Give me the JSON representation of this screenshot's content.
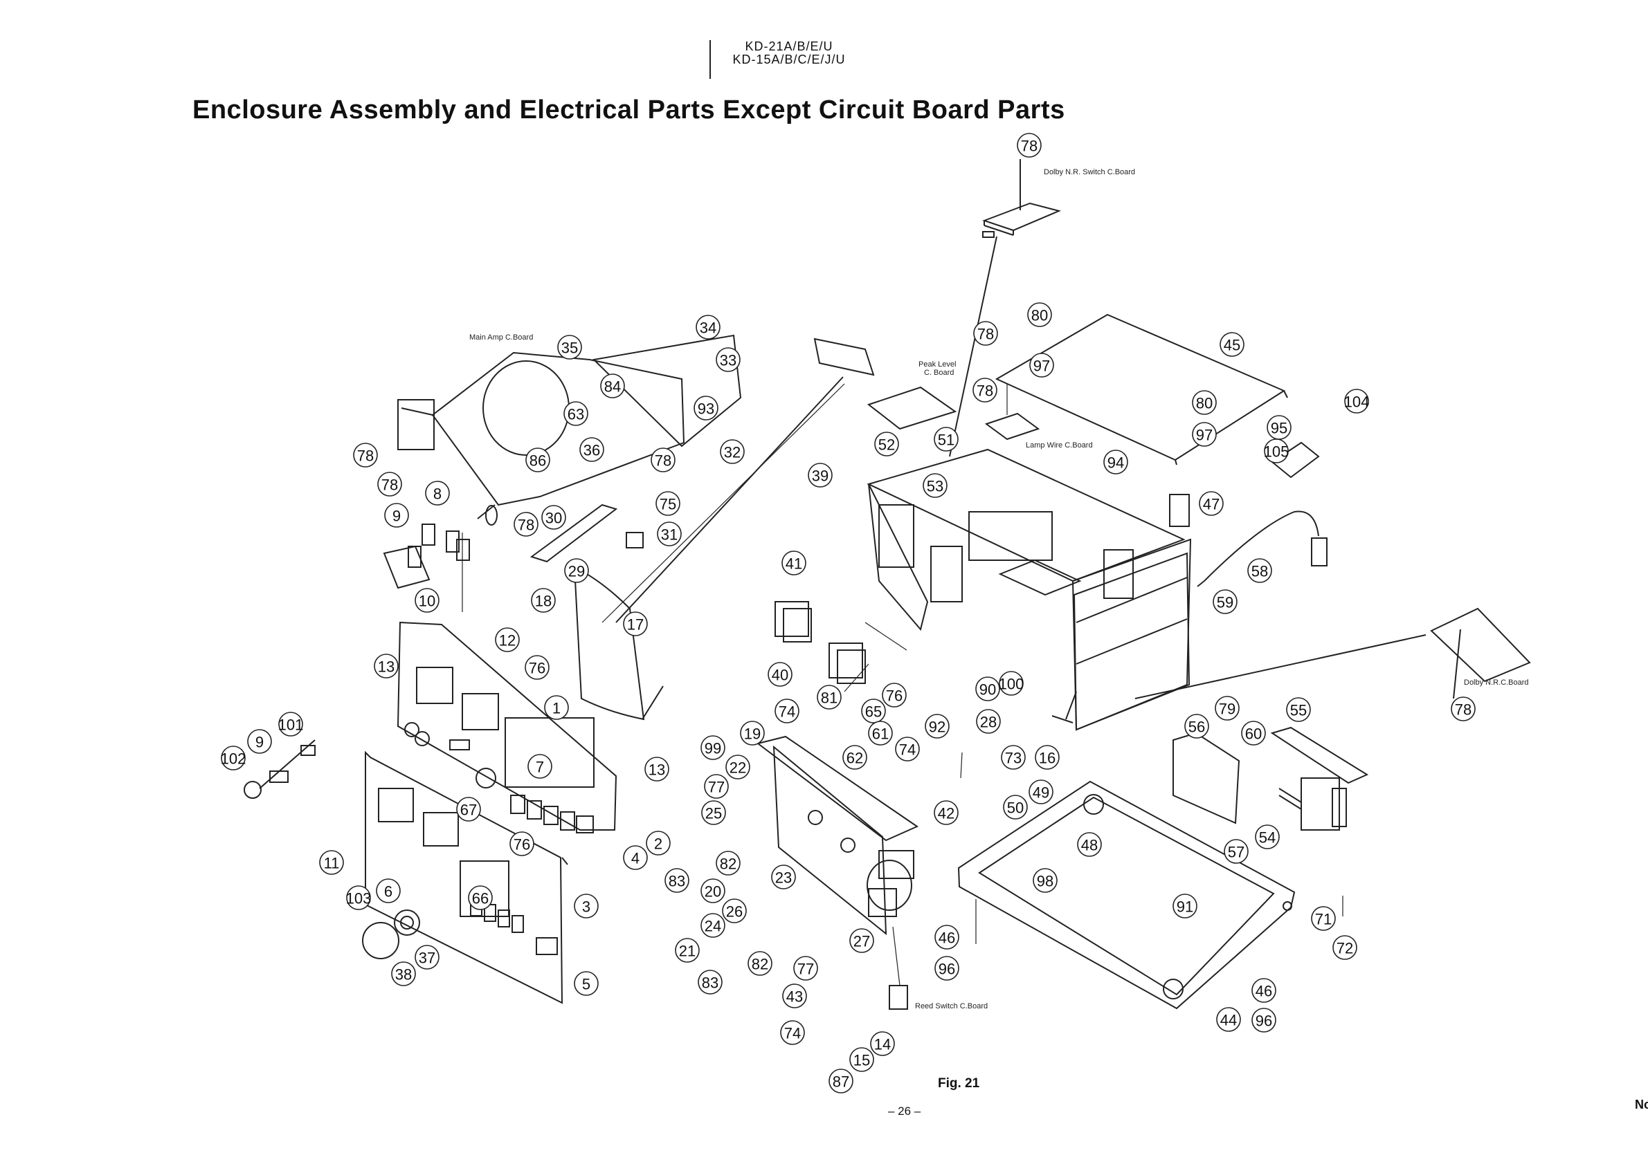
{
  "header": {
    "model_line_1": "KD-21A/B/E/U",
    "model_line_2": "KD-15A/B/C/E/J/U",
    "title": "Enclosure Assembly and Electrical Parts Except Circuit Board Parts"
  },
  "board_labels": {
    "dolby_nr_switch": "Dolby N.R. Switch C.Board",
    "main_amp": "Main Amp C.Board",
    "peak_level_1": "Peak Level",
    "peak_level_2": "C. Board",
    "lamp_wire": "Lamp Wire C.Board",
    "dolby_nrc": "Dolby N.R.C.Board",
    "reed_switch": "Reed Switch C.Board"
  },
  "callouts": [
    "78",
    "34",
    "35",
    "33",
    "84",
    "63",
    "93",
    "36",
    "86",
    "78",
    "32",
    "78",
    "78",
    "8",
    "9",
    "75",
    "30",
    "78",
    "31",
    "29",
    "10",
    "80",
    "45",
    "97",
    "78",
    "78",
    "80",
    "97",
    "104",
    "95",
    "105",
    "52",
    "51",
    "39",
    "53",
    "94",
    "47",
    "41",
    "58",
    "59",
    "18",
    "17",
    "12",
    "76",
    "13",
    "1",
    "40",
    "81",
    "76",
    "90",
    "100",
    "101",
    "102",
    "9",
    "74",
    "65",
    "61",
    "92",
    "28",
    "73",
    "16",
    "62",
    "74",
    "99",
    "19",
    "22",
    "77",
    "25",
    "42",
    "7",
    "13",
    "67",
    "76",
    "2",
    "4",
    "11",
    "103",
    "6",
    "66",
    "3",
    "83",
    "82",
    "20",
    "23",
    "26",
    "24",
    "21",
    "82",
    "83",
    "77",
    "27",
    "43",
    "74",
    "14",
    "15",
    "87",
    "38",
    "37",
    "5",
    "79",
    "55",
    "56",
    "60",
    "50",
    "49",
    "48",
    "98",
    "54",
    "57",
    "91",
    "46",
    "96",
    "71",
    "72",
    "46",
    "96",
    "44",
    "78"
  ],
  "figure_label": "Fig. 21",
  "page_number": "– 26 –",
  "edge_text": "Nc"
}
